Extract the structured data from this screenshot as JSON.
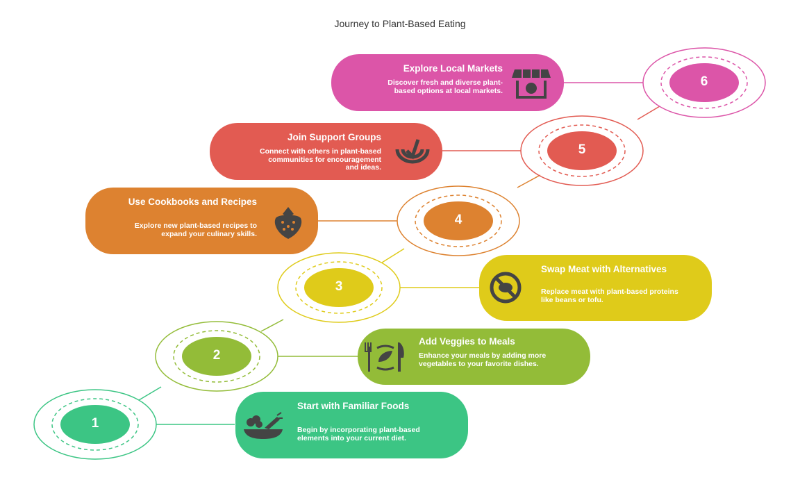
{
  "title": "Journey to Plant-Based Eating",
  "steps": [
    {
      "number": "1",
      "title": "Start with Familiar Foods",
      "description": "Begin by incorporating plant-based elements into your current diet.",
      "icon": "salad-bowl-icon",
      "color": "#3CC584"
    },
    {
      "number": "2",
      "title": "Add Veggies to Meals",
      "description": "Enhance your meals by adding more vegetables to your favorite dishes.",
      "icon": "plate-leaf-icon",
      "color": "#93BC38"
    },
    {
      "number": "3",
      "title": "Swap Meat with Alternatives",
      "description": "Replace meat with plant-based proteins like beans or tofu.",
      "icon": "no-meat-icon",
      "color": "#DFCB1A"
    },
    {
      "number": "4",
      "title": "Use Cookbooks and Recipes",
      "description": "Explore new plant-based recipes to expand your culinary skills.",
      "icon": "strawberry-icon",
      "color": "#DD8230"
    },
    {
      "number": "5",
      "title": "Join Support Groups",
      "description": "Connect with others in plant-based communities for encouragement and ideas.",
      "icon": "bowl-check-icon",
      "color": "#E25B52"
    },
    {
      "number": "6",
      "title": "Explore Local Markets",
      "description": "Discover fresh and diverse plant-based options at local markets.",
      "icon": "market-stall-icon",
      "color": "#DC55A8"
    }
  ]
}
